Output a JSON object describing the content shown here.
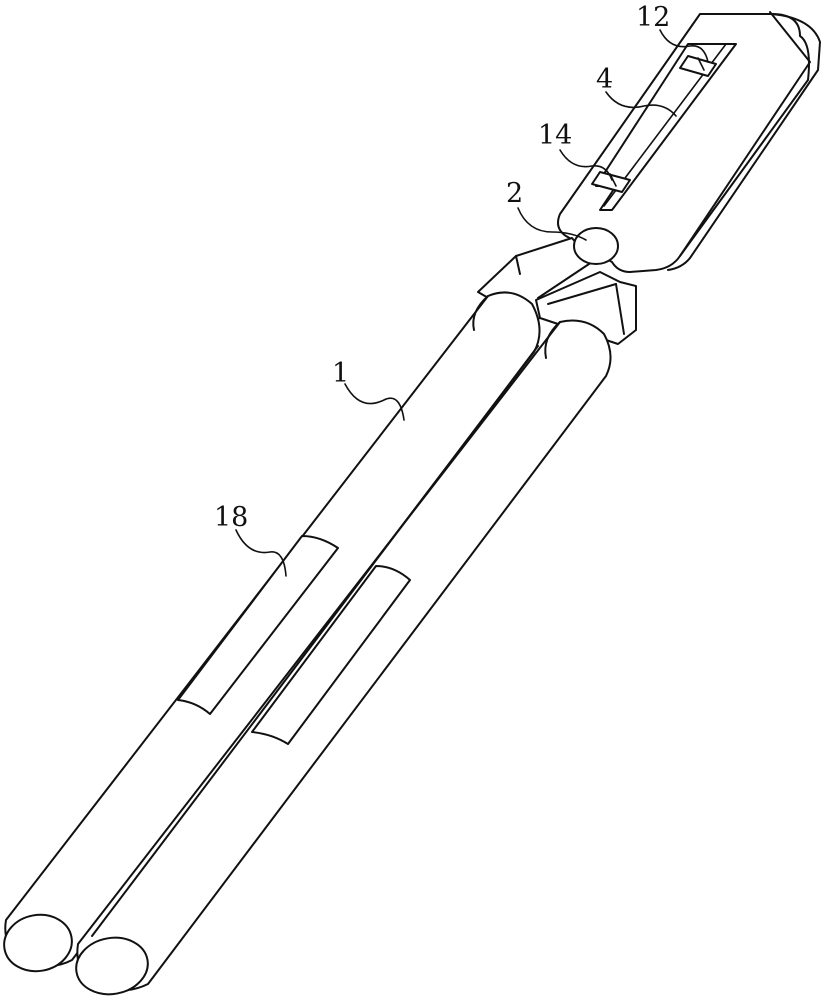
{
  "figure": {
    "labels": [
      {
        "key": "handle",
        "text": "1"
      },
      {
        "key": "pivot",
        "text": "2"
      },
      {
        "key": "plate",
        "text": "4"
      },
      {
        "key": "sensor_top",
        "text": "12"
      },
      {
        "key": "sensor_bottom",
        "text": "14"
      },
      {
        "key": "grip",
        "text": "18"
      }
    ]
  }
}
